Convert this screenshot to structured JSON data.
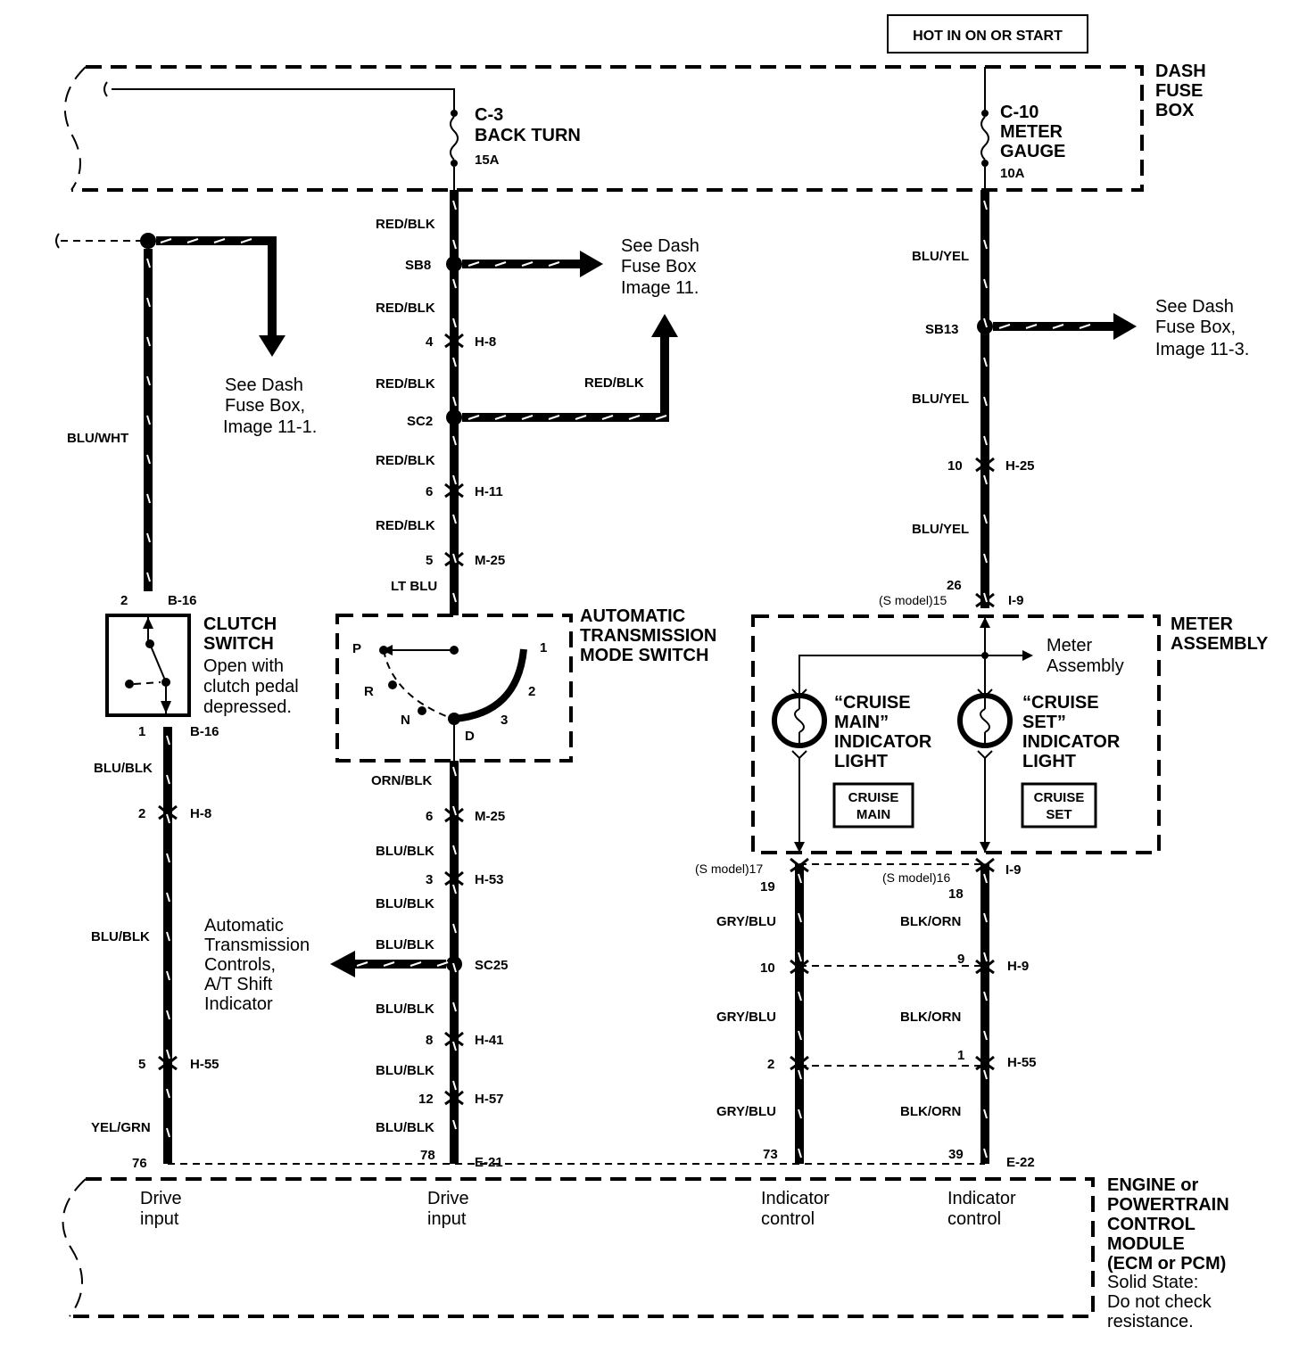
{
  "header": {
    "hot_label": "HOT IN ON OR START"
  },
  "boxes": {
    "dash_fuse_box": [
      "DASH",
      "FUSE",
      "BOX"
    ],
    "meter_assembly": [
      "METER",
      "ASSEMBLY"
    ],
    "ecm": [
      "ENGINE or",
      "POWERTRAIN",
      "CONTROL",
      "MODULE",
      "(ECM or PCM)"
    ],
    "ecm_note": [
      "Solid State:",
      "Do not check",
      "resistance."
    ]
  },
  "fuses": {
    "c3": {
      "id": "C-3",
      "name": "BACK TURN",
      "rating": "15A"
    },
    "c10": {
      "id": "C-10",
      "lines": [
        "METER",
        "GAUGE"
      ],
      "rating": "10A"
    }
  },
  "components": {
    "clutch_switch": {
      "title": [
        "CLUTCH",
        "SWITCH"
      ],
      "note": [
        "Open with",
        "clutch pedal",
        "depressed."
      ]
    },
    "atm_switch": {
      "title": [
        "AUTOMATIC",
        "TRANSMISSION",
        "MODE SWITCH"
      ],
      "positions": [
        "P",
        "R",
        "N",
        "D",
        "1",
        "2",
        "3"
      ]
    },
    "cruise_main": {
      "title": [
        "“CRUISE",
        "MAIN”",
        "INDICATOR",
        "LIGHT"
      ],
      "badge": [
        "CRUISE",
        "MAIN"
      ]
    },
    "cruise_set": {
      "title": [
        "“CRUISE",
        "SET”",
        "INDICATOR",
        "LIGHT"
      ],
      "badge": [
        "CRUISE",
        "SET"
      ]
    },
    "meter_assembly_ref": [
      "Meter",
      "Assembly"
    ]
  },
  "references": {
    "see_left": [
      "See Dash",
      "Fuse Box,",
      "Image 11-1."
    ],
    "see_mid": [
      "See Dash",
      "Fuse Box",
      "Image 11."
    ],
    "see_right": [
      "See Dash",
      "Fuse Box,",
      "Image 11-3."
    ],
    "atc": [
      "Automatic",
      "Transmission",
      "Controls,",
      "A/T Shift",
      "Indicator"
    ]
  },
  "wire_colors": {
    "red_blk": "RED/BLK",
    "lt_blu": "LT BLU",
    "orn_blk": "ORN/BLK",
    "blu_blk": "BLU/BLK",
    "blu_wht": "BLU/WHT",
    "yel_grn": "YEL/GRN",
    "blu_yel": "BLU/YEL",
    "gry_blu": "GRY/BLU",
    "blk_orn": "BLK/ORN"
  },
  "splices": {
    "sb8": "SB8",
    "sc2": "SC2",
    "sc25": "SC25",
    "sb13": "SB13"
  },
  "connectors": {
    "h8": "H-8",
    "h11": "H-11",
    "m25": "M-25",
    "h53": "H-53",
    "h41": "H-41",
    "h57": "H-57",
    "e21": "E-21",
    "b16": "B-16",
    "h55": "H-55",
    "h25": "H-25",
    "i9": "I-9",
    "h9": "H-9",
    "e22": "E-22"
  },
  "pins": {
    "p4": "4",
    "p6": "6",
    "p5": "5",
    "p3": "3",
    "p8": "8",
    "p12": "12",
    "p78": "78",
    "p2": "2",
    "p1": "1",
    "p76": "76",
    "p10": "10",
    "p26": "26",
    "s_model_15": "(S model)15",
    "s_model_17": "(S model)17",
    "p19": "19",
    "s_model_16": "(S model)16",
    "p18": "18",
    "p9": "9",
    "p73": "73",
    "p39": "39"
  },
  "ecm_inputs": {
    "drive_input": [
      "Drive",
      "input"
    ],
    "indicator_control": [
      "Indicator",
      "control"
    ]
  }
}
